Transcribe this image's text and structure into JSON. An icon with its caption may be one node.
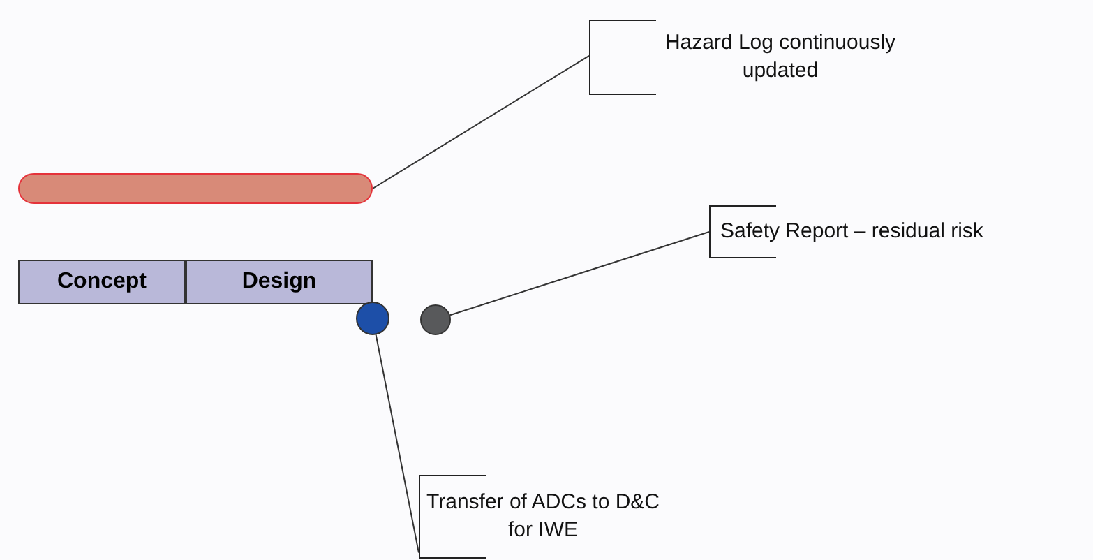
{
  "diagram": {
    "nodes": [
      {
        "text": [
          "Hazard Log continuously updated"
        ]
      },
      {
        "text": [],
        "shape": "bar"
      },
      {
        "text": [
          "Concept"
        ]
      },
      {
        "text": [
          "Design"
        ]
      },
      {
        "text": [
          "Safety Report – residual risk"
        ]
      },
      {
        "text": [],
        "shape": "circle"
      },
      {
        "text": [],
        "shape": "circle"
      },
      {
        "text": [
          "Transfer of ADCs to D&C for IWE"
        ]
      }
    ],
    "edges": [
      {
        "from": 0,
        "to": 1,
        "arrow": "none"
      },
      {
        "from": 4,
        "to": 6,
        "arrow": "none"
      },
      {
        "from": 7,
        "to": 5,
        "arrow": "none"
      }
    ]
  }
}
